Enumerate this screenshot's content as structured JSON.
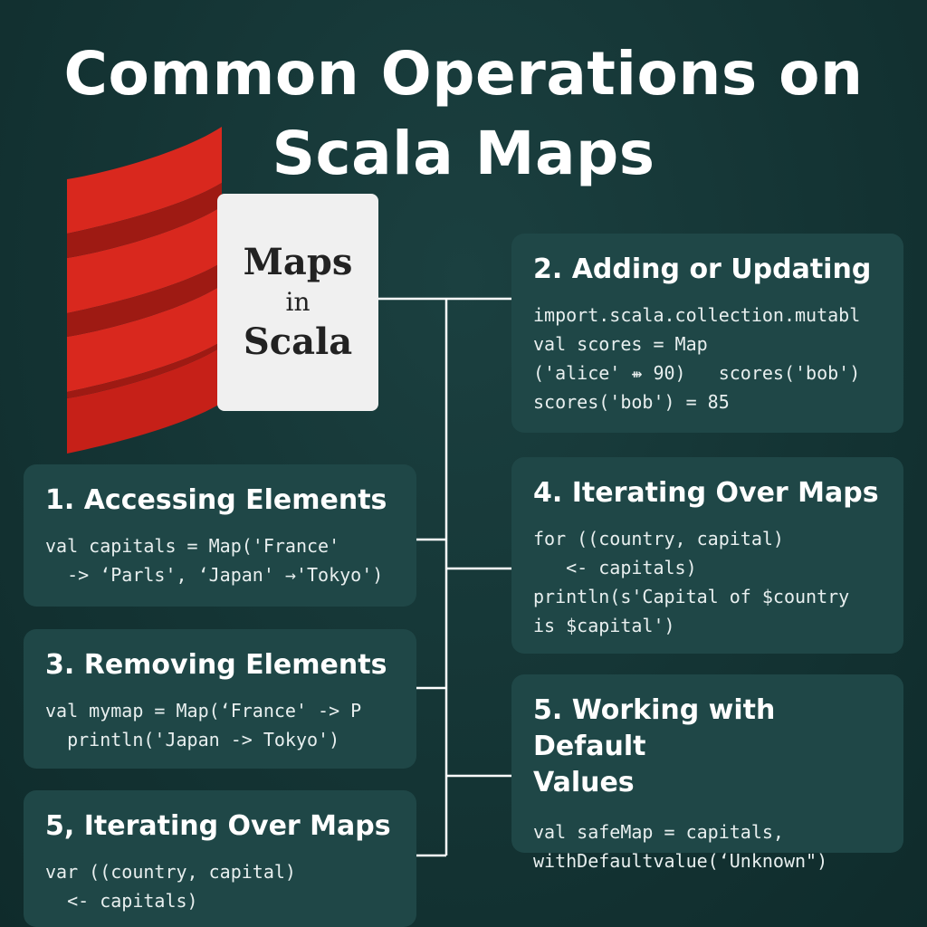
{
  "title": {
    "line1": "Common Operations on",
    "line2": "Scala Maps"
  },
  "badge": {
    "line1": "Maps",
    "line2": "in",
    "line3": "Scala"
  },
  "colors": {
    "background": "#143434",
    "card": "#1f4747",
    "logo_red": "#d9281e",
    "connector": "#ffffff"
  },
  "cards": {
    "accessing": {
      "title": "1. Accessing Elements",
      "code": "val capitals = Map('France'\n  -> ‘Parls', ‘Japan' →'Tokyo')"
    },
    "removing": {
      "title": "3. Removing Elements",
      "code": "val mymap = Map(‘France' -> P\n  println('Japan -> Tokyo')"
    },
    "iterating_left": {
      "title": "5, Iterating Over Maps",
      "code": "var ((country, capital)\n  <- capitals)"
    },
    "adding": {
      "title": "2. Adding or Updating",
      "code": "import.scala.collection.mutabl\nval scores = Map\n('alice' ⇻ 90)   scores('bob')\nscores('bob') = 85"
    },
    "iterating_right": {
      "title": "4. Iterating Over Maps",
      "code": "for ((country, capital)\n   <- capitals)\nprintln(s'Capital of $country\nis $capital')"
    },
    "defaults": {
      "title_line1": "5. Working with Default",
      "title_line2": "Values",
      "code": "val safeMap = capitals,\nwithDefaultvalue(‘Unknown\")"
    }
  }
}
